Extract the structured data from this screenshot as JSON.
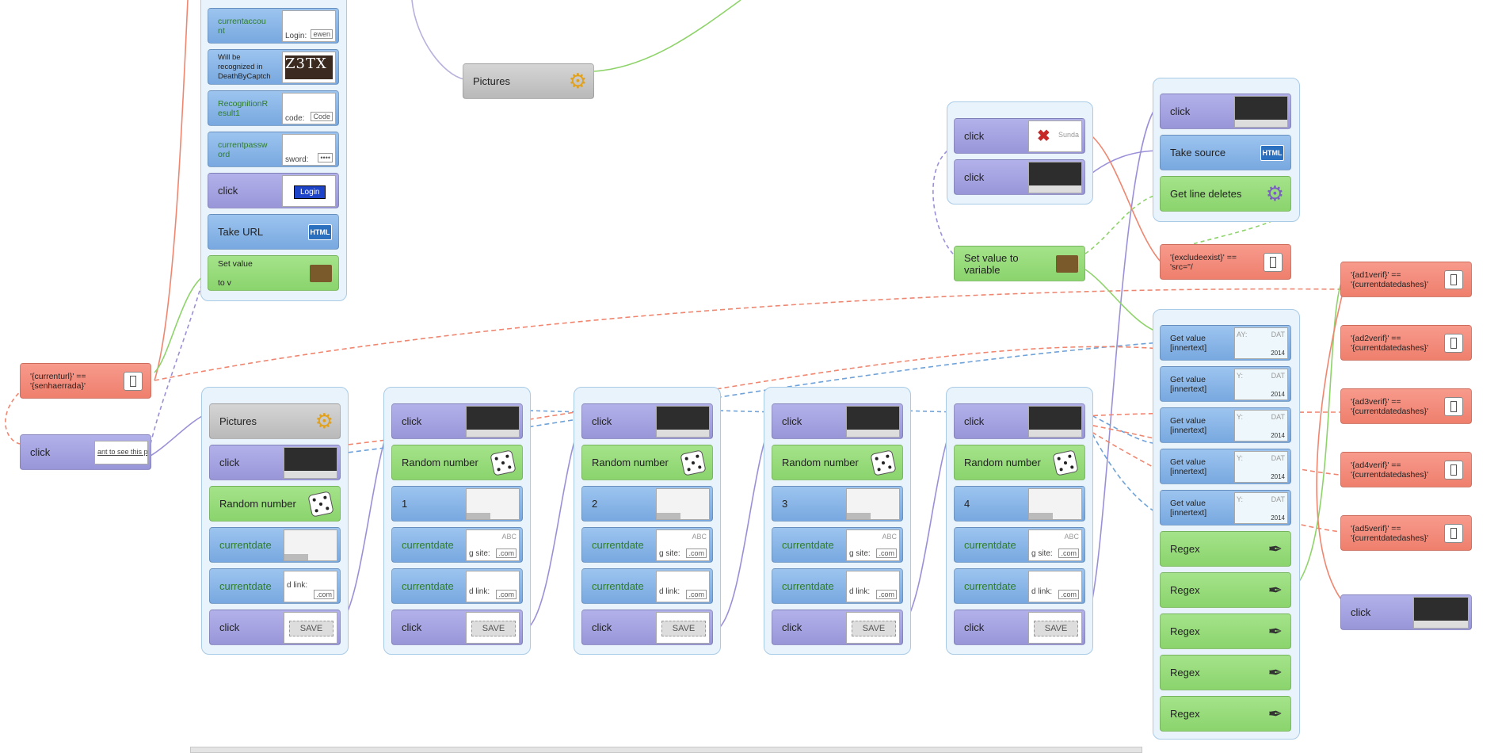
{
  "blocks": {
    "top_currentaccount": "currentaccou\nnt",
    "top_login_thumb": "Login:",
    "top_login_val": "ewen",
    "top_recognized": "Will be\nrecognized in\nDeathByCaptch",
    "top_captcha": "Z3TX",
    "top_recog_result": "RecognitionR\nesult1",
    "top_code_thumb": "code:",
    "top_code_val": "Code",
    "top_currentpass": "currentpassw\nord",
    "top_pass_thumb": "sword:",
    "top_pass_val": "••••",
    "top_click": "click",
    "top_login_btn": "Login",
    "top_take_url": "Take URL",
    "top_set_value": "Set value\n\n             to v",
    "pictures_top": "Pictures",
    "senha_cond": "'{currenturl}' ==\n'{senhaerrada}'",
    "left_click": "click",
    "left_click_thumb": "ant to see this p",
    "g1_pictures": "Pictures",
    "g1_click": "click",
    "g1_random": "Random number",
    "g1_currentdate1": "currentdate",
    "g1_currentdate2": "currentdate",
    "g1_click2": "click",
    "save": "SAVE",
    "cols": [
      {
        "click": "click",
        "random": "Random number",
        "num": "1",
        "cd1": "currentdate",
        "cd2": "currentdate",
        "click2": "click"
      },
      {
        "click": "click",
        "random": "Random number",
        "num": "2",
        "cd1": "currentdate",
        "cd2": "currentdate",
        "click2": "click"
      },
      {
        "click": "click",
        "random": "Random number",
        "num": "3",
        "cd1": "currentdate",
        "cd2": "currentdate",
        "click2": "click"
      },
      {
        "click": "click",
        "random": "Random number",
        "num": "4",
        "cd1": "currentdate",
        "cd2": "currentdate",
        "click2": "click"
      }
    ],
    "thumb_site": "g site:",
    "thumb_link": "d link:",
    "thumb_com": ".com",
    "thumb_abc": "ABC",
    "ctop_click1": "click",
    "ctop_sunda": "Sunda",
    "ctop_click2": "click",
    "set_value_var": "Set value  to variable",
    "r_click": "click",
    "r_take_source": "Take source",
    "r_get_line": "Get line deletes",
    "exclude_cond": "'{excludeexist}' ==\n'src=\"/",
    "get_value": "Get value\n[innertext]",
    "gv_day": "AY:",
    "gv_dat": "DAT",
    "gv_y": "Y:",
    "gv_yr": "2014",
    "regex": "Regex",
    "ad_conds": [
      "'{ad1verif}' ==\n'{currentdatedashes}'",
      "'{ad2verif}' ==\n'{currentdatedashes}'",
      "'{ad3verif}' ==\n'{currentdatedashes}'",
      "'{ad4verif}' ==\n'{currentdatedashes}'",
      "'{ad5verif}' ==\n'{currentdatedashes}'"
    ],
    "br_click": "click",
    "html_icon": "HTML"
  },
  "colors": {
    "action_purple": "#9896d8",
    "data_green": "#8ad46d",
    "variable_blue": "#78a8e0",
    "condition_red": "#ef7f6d",
    "group_bg": "#e9f3fb",
    "link_purple": "#9a90d8",
    "link_green": "#8ed36a",
    "link_red": "#ef8670",
    "link_blue_dashed": "#6fa2d8"
  },
  "icons": [
    "gears-icon",
    "dice-icon",
    "html-icon",
    "pen-nib-icon",
    "switch-icon",
    "close-icon",
    "chalkboard-icon"
  ]
}
